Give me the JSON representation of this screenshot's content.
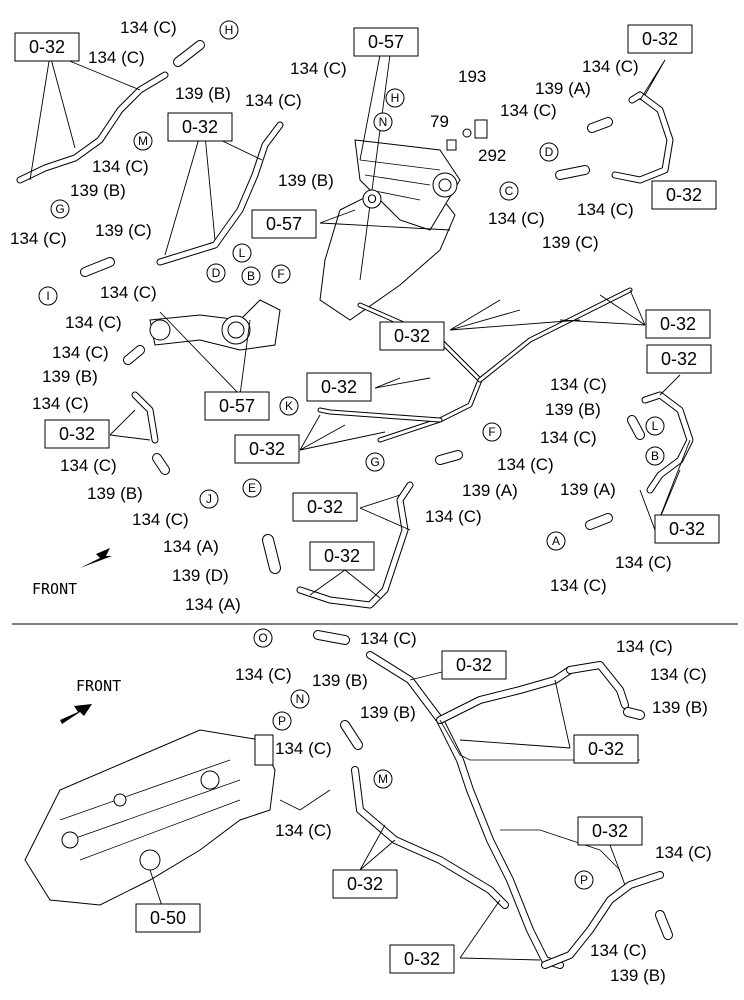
{
  "labels": {
    "c134": "134 (C)",
    "a134": "134 (A)",
    "b139": "139 (B)",
    "c139": "139 (C)",
    "a139": "139 (A)",
    "d139": "139 (D)",
    "n193": "193",
    "n79": "79",
    "n292": "292",
    "front": "FRONT"
  },
  "refs": {
    "r032": "0-32",
    "r057": "0-57",
    "r050": "0-50"
  },
  "circles": {
    "A": "A",
    "B": "B",
    "C": "C",
    "D": "D",
    "E": "E",
    "F": "F",
    "G": "G",
    "H": "H",
    "I": "I",
    "J": "J",
    "K": "K",
    "L": "L",
    "M": "M",
    "N": "N",
    "O": "O",
    "P": "P"
  }
}
